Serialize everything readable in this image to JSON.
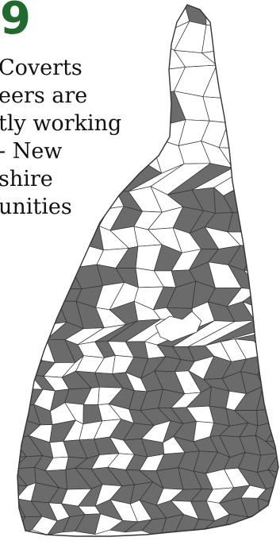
{
  "headline": {
    "number": "9",
    "lines": [
      "Coverts",
      "eers are",
      "tly working",
      "- New",
      "shire",
      "unities"
    ]
  },
  "map": {
    "border_color": "#333333",
    "active_fill": "#6b6b6b",
    "inactive_fill": "#ffffff",
    "accent_color": "#1f6b2e"
  }
}
